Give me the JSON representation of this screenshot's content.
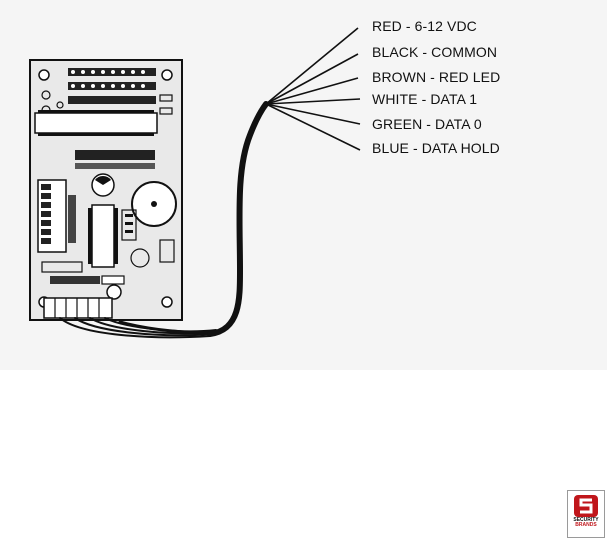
{
  "diagram": {
    "wire_labels": [
      "RED - 6-12 VDC",
      "BLACK - COMMON",
      "BROWN - RED LED",
      "WHITE - DATA 1",
      "GREEN - DATA 0",
      "BLUE - DATA HOLD"
    ]
  },
  "logo": {
    "line1": "SECURITY",
    "line2": "BRANDS",
    "accent_color": "#c0161b"
  }
}
